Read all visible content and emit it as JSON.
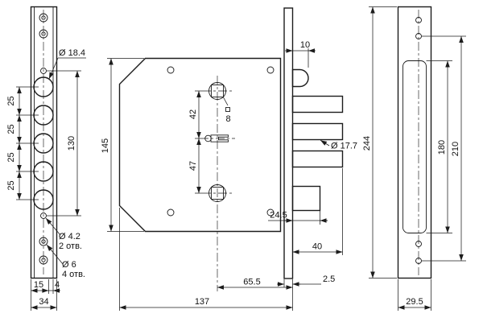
{
  "drawing": {
    "title": "Mortise lock dimensional drawing",
    "left_view": {
      "dia_large_label": "Ø 18.4",
      "pitch_label": "25",
      "span_label": "130",
      "dia_small1_label": "Ø 4.2",
      "dia_small1_count": "2 отв.",
      "dia_small2_label": "Ø 6",
      "dia_small2_count": "4 отв.",
      "width_inner_label": "15",
      "width_step_label": "4",
      "width_total_label": "34"
    },
    "center_view": {
      "height_label": "145",
      "spindle_to_key_label": "42",
      "key_to_lower_label": "47",
      "square_label": "8",
      "latch_label": "10",
      "bolt_dia_label": "Ø 17.7",
      "lower_bolt_label": "24.5",
      "throw_label": "40",
      "backset_label": "65.5",
      "plate_thickness_label": "2.5",
      "depth_label": "137"
    },
    "right_view": {
      "height_total_label": "244",
      "body_height_label": "180",
      "holes_span_label": "210",
      "width_label": "29.5"
    },
    "colors": {
      "line": "#1c1c1c",
      "paper": "#ffffff"
    }
  }
}
